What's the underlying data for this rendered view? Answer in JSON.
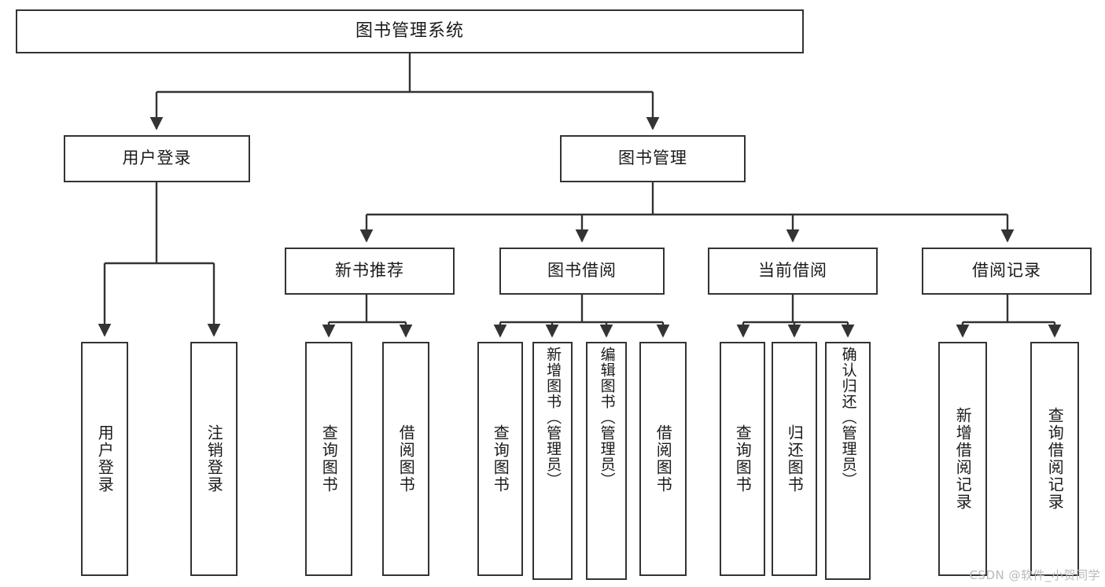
{
  "diagram": {
    "title": "图书管理系统",
    "type": "hierarchy-tree",
    "root": {
      "id": "root",
      "label": "图书管理系统"
    },
    "level1": [
      {
        "id": "user-login",
        "label": "用户登录"
      },
      {
        "id": "book-manage",
        "label": "图书管理"
      }
    ],
    "level2": [
      {
        "id": "new-book-recommend",
        "label": "新书推荐",
        "parent": "book-manage"
      },
      {
        "id": "book-borrow",
        "label": "图书借阅",
        "parent": "book-manage"
      },
      {
        "id": "current-borrow",
        "label": "当前借阅",
        "parent": "book-manage"
      },
      {
        "id": "borrow-record",
        "label": "借阅记录",
        "parent": "book-manage"
      }
    ],
    "leaves": {
      "user_login": [
        {
          "id": "leaf-user-login",
          "label": "用户登录"
        },
        {
          "id": "leaf-user-logout",
          "label": "注销登录"
        }
      ],
      "new_book_recommend": [
        {
          "id": "leaf-query-book-1",
          "label": "查询图书"
        },
        {
          "id": "leaf-borrow-book-1",
          "label": "借阅图书"
        }
      ],
      "book_borrow": [
        {
          "id": "leaf-query-book-2",
          "label": "查询图书"
        },
        {
          "id": "leaf-add-book",
          "label": "新增图书（管理员）"
        },
        {
          "id": "leaf-edit-book",
          "label": "编辑图书（管理员）"
        },
        {
          "id": "leaf-borrow-book-2",
          "label": "借阅图书"
        }
      ],
      "current_borrow": [
        {
          "id": "leaf-query-book-3",
          "label": "查询图书"
        },
        {
          "id": "leaf-return-book",
          "label": "归还图书"
        },
        {
          "id": "leaf-confirm-return",
          "label": "确认归还（管理员）"
        }
      ],
      "borrow_record": [
        {
          "id": "leaf-add-record",
          "label": "新增借阅记录"
        },
        {
          "id": "leaf-query-record",
          "label": "查询借阅记录"
        }
      ]
    }
  },
  "watermark": {
    "text": "CSDN @软件_小贺同学"
  },
  "colors": {
    "border": "#333333",
    "background": "#ffffff",
    "text": "#1a1a1a",
    "watermark": "#b9b9b9"
  }
}
